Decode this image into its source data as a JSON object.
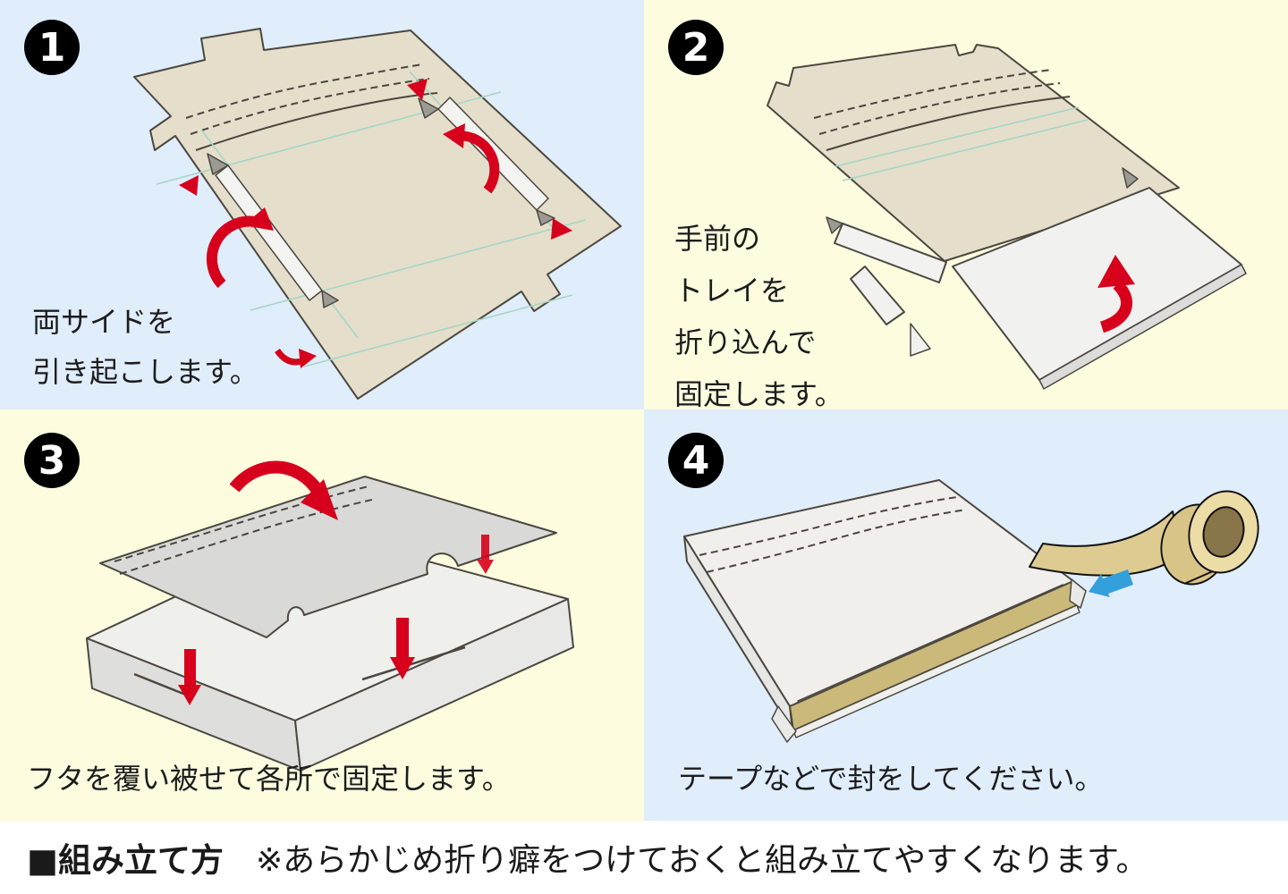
{
  "panels": [
    {
      "number": "1",
      "caption_lines": [
        "両サイドを",
        "引き起こします。"
      ]
    },
    {
      "number": "2",
      "caption_lines": [
        "手前の",
        "トレイを",
        "折り込んで",
        "固定します。"
      ]
    },
    {
      "number": "3",
      "caption_lines": [
        "フタを覆い被せて各所で固定します。"
      ]
    },
    {
      "number": "4",
      "caption_lines": [
        "テープなどで封をしてください。"
      ]
    }
  ],
  "footer": {
    "heading": "■組み立て方",
    "note": "※あらかじめ折り癖をつけておくと組み立てやすくなります。"
  },
  "colors": {
    "panel_blue": "#e0edfb",
    "panel_yellow": "#fdfcdf",
    "footer_bg": "#ffffff",
    "cardboard_tan": "#e5decb",
    "cardboard_white": "#f1f1ef",
    "lid_gray": "#d9d9d7",
    "corner_tab_gray": "#9b9a94",
    "fold_line_teal": "#a5d6c6",
    "arrow_red": "#d6001c",
    "arrow_blue": "#33a0db",
    "tape_tan": "#ecdca6",
    "tape_hole_brown": "#887549",
    "gold_edge": "#cbb97a",
    "badge_black": "#000000"
  }
}
